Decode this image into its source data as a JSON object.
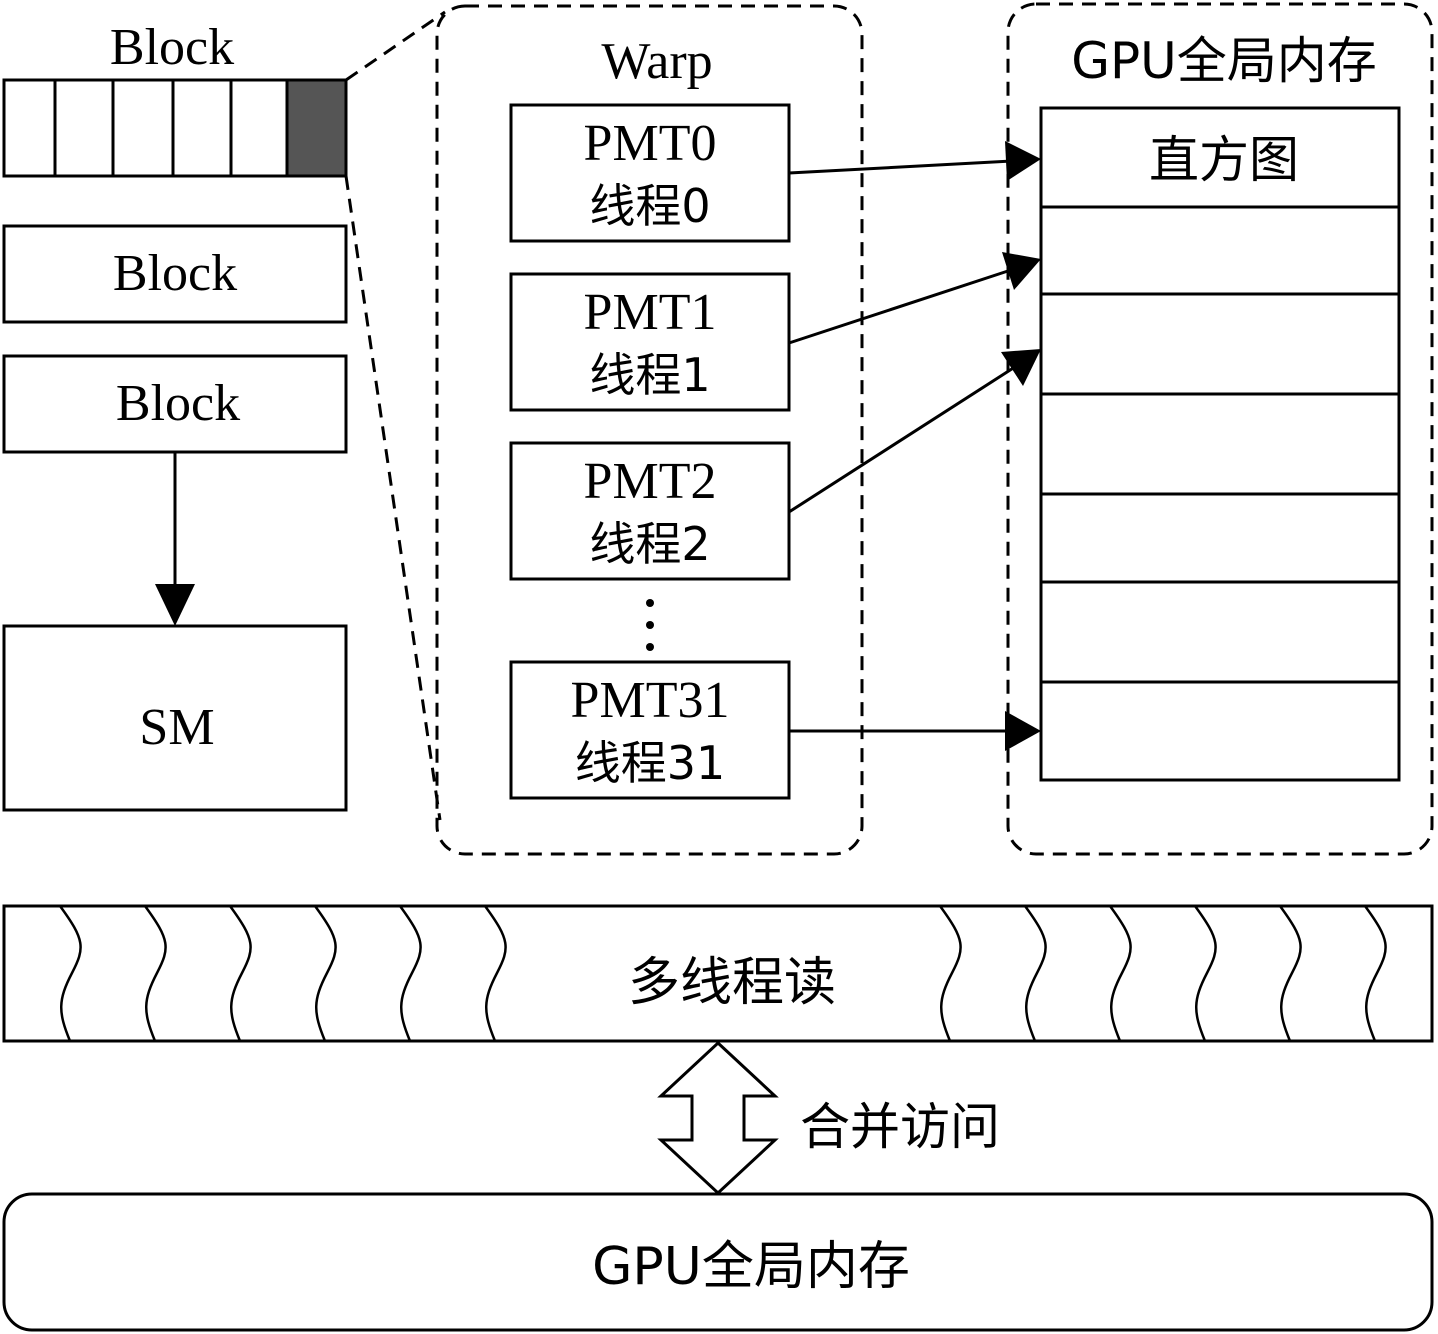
{
  "block_group": {
    "top_label": "Block",
    "block_labels": [
      "Block",
      "Block"
    ],
    "sm_label": "SM",
    "highlight_color": "#555555"
  },
  "warp": {
    "title": "Warp",
    "threads": [
      {
        "pmt": "PMT0",
        "thread": "线程0"
      },
      {
        "pmt": "PMT1",
        "thread": "线程1"
      },
      {
        "pmt": "PMT2",
        "thread": "线程2"
      },
      {
        "pmt": "PMT31",
        "thread": "线程31"
      }
    ]
  },
  "gpu_memory_panel": {
    "title": "GPU全局内存",
    "histogram_label": "直方图"
  },
  "multithread_read": {
    "label": "多线程读"
  },
  "coalesced_access": {
    "label": "合并访问"
  },
  "gpu_memory_bar": {
    "label": "GPU全局内存"
  }
}
